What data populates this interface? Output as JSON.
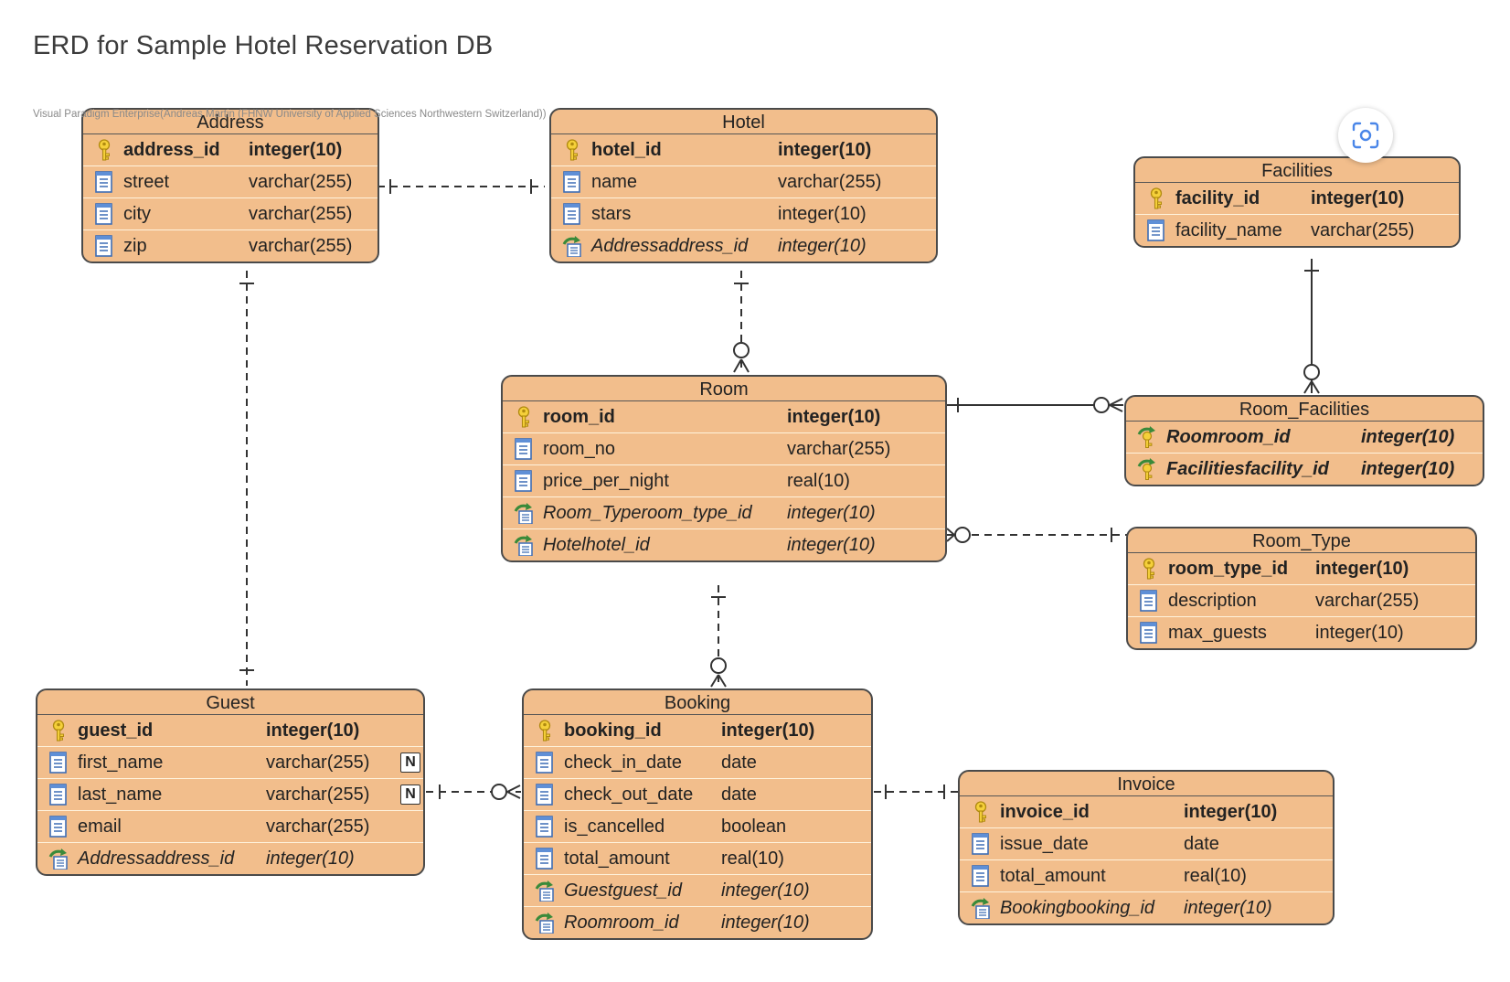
{
  "title": "ERD for Sample Hotel Reservation DB",
  "watermark": "Visual Paradigm Enterprise(Andreas Martin (FHNW University of Applied Sciences Northwestern Switzerland))",
  "icons": {
    "primary_key": "key-icon",
    "column": "column-icon",
    "foreign_key": "foreign-key-icon",
    "nullable": "nullable-badge",
    "lens": "visual-search-icon"
  },
  "colors": {
    "entity_fill": "#F2BE8C",
    "entity_border": "#4a4a4a",
    "line": "#333333",
    "accent": "#4a86e8"
  },
  "entities": [
    {
      "id": "address",
      "name": "Address",
      "columns": [
        {
          "name": "address_id",
          "type": "integer(10)",
          "kind": "pk"
        },
        {
          "name": "street",
          "type": "varchar(255)",
          "kind": "col"
        },
        {
          "name": "city",
          "type": "varchar(255)",
          "kind": "col"
        },
        {
          "name": "zip",
          "type": "varchar(255)",
          "kind": "col"
        }
      ]
    },
    {
      "id": "hotel",
      "name": "Hotel",
      "columns": [
        {
          "name": "hotel_id",
          "type": "integer(10)",
          "kind": "pk"
        },
        {
          "name": "name",
          "type": "varchar(255)",
          "kind": "col"
        },
        {
          "name": "stars",
          "type": "integer(10)",
          "kind": "col"
        },
        {
          "name": "Addressaddress_id",
          "type": "integer(10)",
          "kind": "fk"
        }
      ]
    },
    {
      "id": "facilities",
      "name": "Facilities",
      "columns": [
        {
          "name": "facility_id",
          "type": "integer(10)",
          "kind": "pk"
        },
        {
          "name": "facility_name",
          "type": "varchar(255)",
          "kind": "col"
        }
      ]
    },
    {
      "id": "room",
      "name": "Room",
      "columns": [
        {
          "name": "room_id",
          "type": "integer(10)",
          "kind": "pk"
        },
        {
          "name": "room_no",
          "type": "varchar(255)",
          "kind": "col"
        },
        {
          "name": "price_per_night",
          "type": "real(10)",
          "kind": "col"
        },
        {
          "name": "Room_Typeroom_type_id",
          "type": "integer(10)",
          "kind": "fk"
        },
        {
          "name": "Hotelhotel_id",
          "type": "integer(10)",
          "kind": "fk"
        }
      ]
    },
    {
      "id": "room_facilities",
      "name": "Room_Facilities",
      "columns": [
        {
          "name": "Roomroom_id",
          "type": "integer(10)",
          "kind": "pkfk"
        },
        {
          "name": "Facilitiesfacility_id",
          "type": "integer(10)",
          "kind": "pkfk"
        }
      ]
    },
    {
      "id": "room_type",
      "name": "Room_Type",
      "columns": [
        {
          "name": "room_type_id",
          "type": "integer(10)",
          "kind": "pk"
        },
        {
          "name": "description",
          "type": "varchar(255)",
          "kind": "col"
        },
        {
          "name": "max_guests",
          "type": "integer(10)",
          "kind": "col"
        }
      ]
    },
    {
      "id": "guest",
      "name": "Guest",
      "columns": [
        {
          "name": "guest_id",
          "type": "integer(10)",
          "kind": "pk"
        },
        {
          "name": "first_name",
          "type": "varchar(255)",
          "kind": "col",
          "nullable": "N"
        },
        {
          "name": "last_name",
          "type": "varchar(255)",
          "kind": "col",
          "nullable": "N"
        },
        {
          "name": "email",
          "type": "varchar(255)",
          "kind": "col"
        },
        {
          "name": "Addressaddress_id",
          "type": "integer(10)",
          "kind": "fk"
        }
      ]
    },
    {
      "id": "booking",
      "name": "Booking",
      "columns": [
        {
          "name": "booking_id",
          "type": "integer(10)",
          "kind": "pk"
        },
        {
          "name": "check_in_date",
          "type": "date",
          "kind": "col"
        },
        {
          "name": "check_out_date",
          "type": "date",
          "kind": "col"
        },
        {
          "name": "is_cancelled",
          "type": "boolean",
          "kind": "col"
        },
        {
          "name": "total_amount",
          "type": "real(10)",
          "kind": "col"
        },
        {
          "name": "Guestguest_id",
          "type": "integer(10)",
          "kind": "fk"
        },
        {
          "name": "Roomroom_id",
          "type": "integer(10)",
          "kind": "fk"
        }
      ]
    },
    {
      "id": "invoice",
      "name": "Invoice",
      "columns": [
        {
          "name": "invoice_id",
          "type": "integer(10)",
          "kind": "pk"
        },
        {
          "name": "issue_date",
          "type": "date",
          "kind": "col"
        },
        {
          "name": "total_amount",
          "type": "real(10)",
          "kind": "col"
        },
        {
          "name": "Bookingbooking_id",
          "type": "integer(10)",
          "kind": "fk"
        }
      ]
    }
  ],
  "relationships": [
    {
      "from": "address",
      "to": "hotel",
      "from_card": "one",
      "to_card": "one",
      "identifying": false
    },
    {
      "from": "address",
      "to": "guest",
      "from_card": "one",
      "to_card": "one",
      "identifying": false
    },
    {
      "from": "hotel",
      "to": "room",
      "from_card": "one",
      "to_card": "zero-or-many",
      "identifying": false
    },
    {
      "from": "facilities",
      "to": "room_facilities",
      "from_card": "one",
      "to_card": "zero-or-many",
      "identifying": true
    },
    {
      "from": "room",
      "to": "room_facilities",
      "from_card": "one",
      "to_card": "zero-or-many",
      "identifying": true
    },
    {
      "from": "room_type",
      "to": "room",
      "from_card": "one",
      "to_card": "zero-or-many",
      "identifying": false
    },
    {
      "from": "room",
      "to": "booking",
      "from_card": "one",
      "to_card": "zero-or-many",
      "identifying": false
    },
    {
      "from": "guest",
      "to": "booking",
      "from_card": "one",
      "to_card": "zero-or-many",
      "identifying": false
    },
    {
      "from": "booking",
      "to": "invoice",
      "from_card": "one",
      "to_card": "one",
      "identifying": false
    }
  ]
}
